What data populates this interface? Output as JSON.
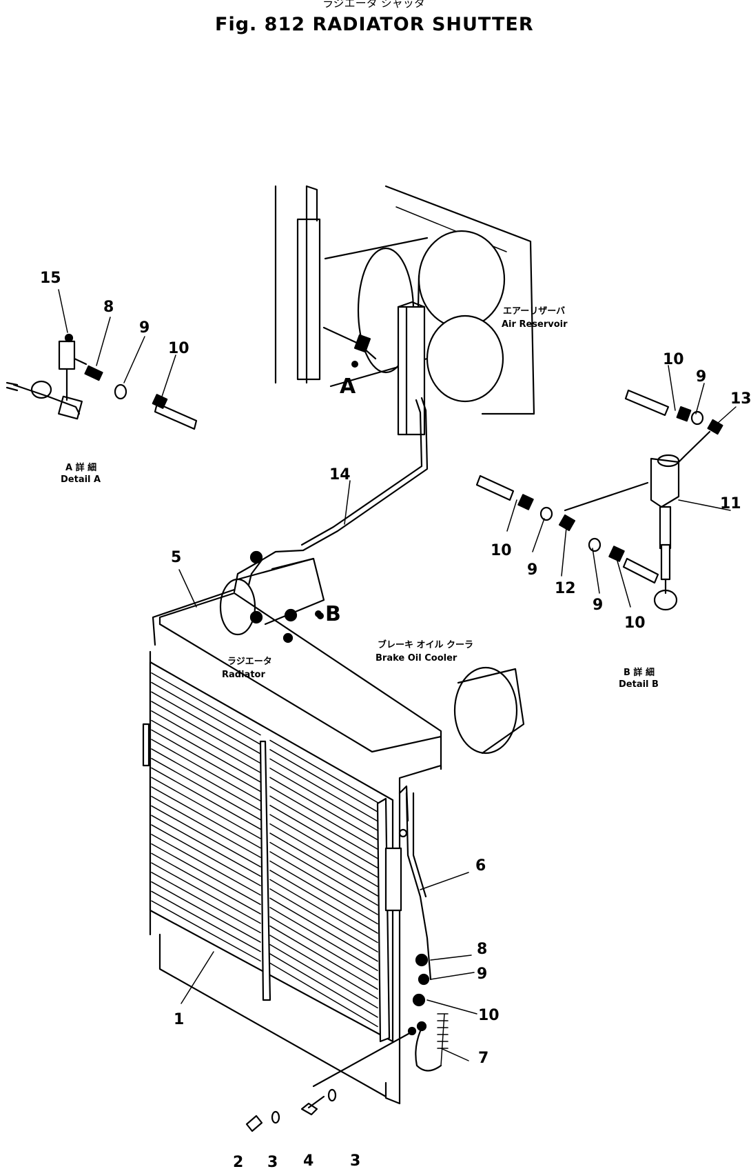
{
  "title": {
    "kana": "ラジエータ シャッタ",
    "text": "Fig. 812  RADIATOR SHUTTER"
  },
  "labels": {
    "air_reservoir_jp": "エアーリザーバ",
    "air_reservoir": "Air Reservoir",
    "radiator_jp": "ラジエータ",
    "radiator": "Radiator",
    "brake_cooler_jp": "ブレーキ オイル クーラ",
    "brake_cooler": "Brake Oil Cooler",
    "detail_a_jp": "A 詳 細",
    "detail_a": "Detail  A",
    "detail_b_jp": "B 詳 細",
    "detail_b": "Detail  B",
    "ref_a": "A",
    "ref_b": "B"
  },
  "callouts": {
    "c1": "1",
    "c2": "2",
    "c3a": "3",
    "c3b": "3",
    "c4": "4",
    "c5": "5",
    "c6": "6",
    "c7": "7",
    "c8a": "8",
    "c8b": "8",
    "c9a": "9",
    "c9b": "9",
    "c9c": "9",
    "c9d": "9",
    "c9e": "9",
    "c10a": "10",
    "c10b": "10",
    "c10c": "10",
    "c10d": "10",
    "c10e": "10",
    "c11": "11",
    "c12": "12",
    "c13": "13",
    "c14": "14",
    "c15": "15"
  }
}
